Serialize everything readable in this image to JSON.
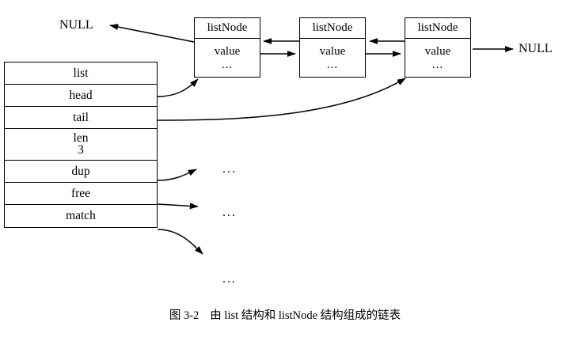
{
  "figure": {
    "type": "linked-list-structure-diagram",
    "caption_number": "图 3-2",
    "caption_text": "由 list 结构和 listNode 结构组成的链表"
  },
  "list_struct": {
    "title": "list",
    "fields": [
      {
        "name": "head",
        "value": ""
      },
      {
        "name": "tail",
        "value": ""
      },
      {
        "name": "len",
        "value": "3"
      },
      {
        "name": "dup",
        "value": ""
      },
      {
        "name": "free",
        "value": ""
      },
      {
        "name": "match",
        "value": ""
      }
    ]
  },
  "nodes": [
    {
      "title": "listNode",
      "field": "value",
      "more": "..."
    },
    {
      "title": "listNode",
      "field": "value",
      "more": "..."
    },
    {
      "title": "listNode",
      "field": "value",
      "more": "..."
    }
  ],
  "terminators": {
    "left_null": "NULL",
    "right_null": "NULL"
  },
  "ellipses": [
    {
      "text": "..."
    },
    {
      "text": "..."
    },
    {
      "text": "..."
    }
  ],
  "colors": {
    "stroke": "#000000",
    "background": "#ffffff",
    "text": "#000000"
  }
}
